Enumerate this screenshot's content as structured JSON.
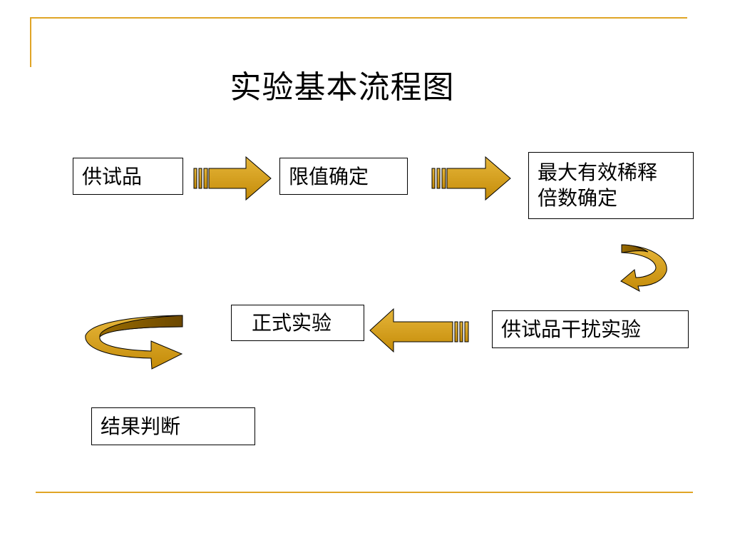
{
  "title": "实验基本流程图",
  "colors": {
    "rule": "#e0a526",
    "arrow_fill": "#d49a10",
    "arrow_dark": "#7a5400"
  },
  "steps": [
    {
      "id": "s1",
      "label": "供试品"
    },
    {
      "id": "s2",
      "label": "限值确定"
    },
    {
      "id": "s3",
      "label": "最大有效稀释\n倍数确定"
    },
    {
      "id": "s4",
      "label": "供试品干扰实验"
    },
    {
      "id": "s5",
      "label": "正式实验"
    },
    {
      "id": "s6",
      "label": "结果判断"
    }
  ]
}
